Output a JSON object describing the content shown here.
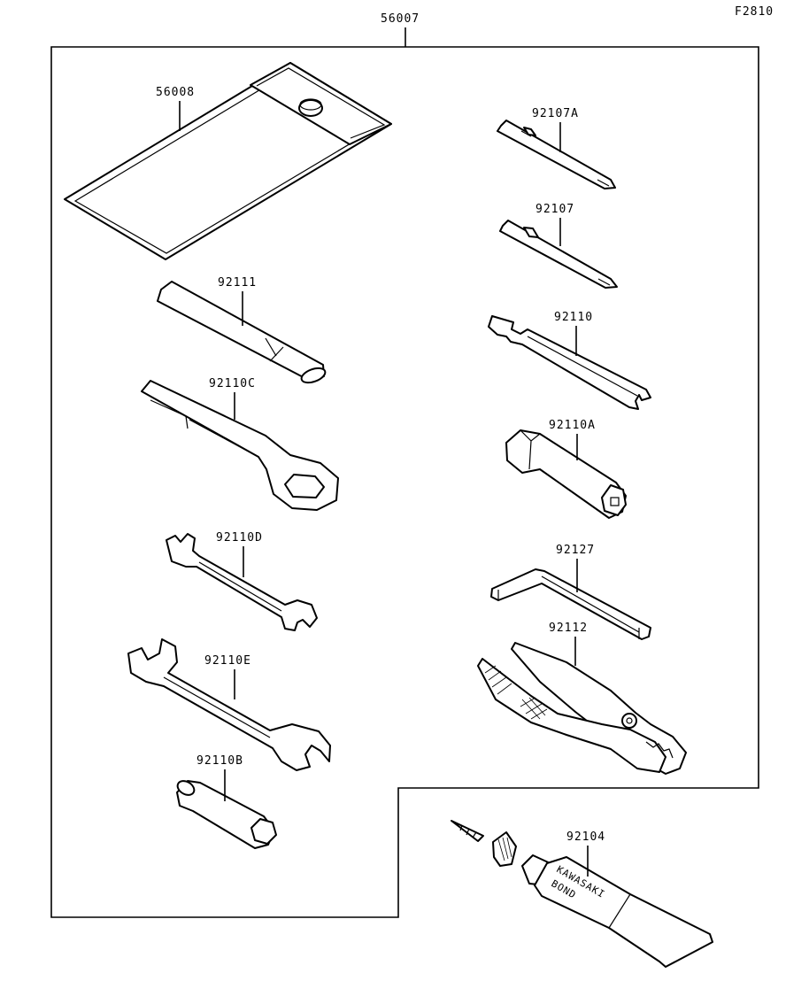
{
  "diagram": {
    "figure_code": "F2810",
    "kit_part": "56007",
    "parts": [
      {
        "id": "pouch",
        "number": "56008"
      },
      {
        "id": "bit_a",
        "number": "92107A"
      },
      {
        "id": "bit",
        "number": "92107"
      },
      {
        "id": "handle",
        "number": "92111"
      },
      {
        "id": "spanner",
        "number": "92110"
      },
      {
        "id": "box_wrench",
        "number": "92110C"
      },
      {
        "id": "socket_a",
        "number": "92110A"
      },
      {
        "id": "wrench_d",
        "number": "92110D"
      },
      {
        "id": "hex_key",
        "number": "92127"
      },
      {
        "id": "wrench_e",
        "number": "92110E"
      },
      {
        "id": "pliers",
        "number": "92112"
      },
      {
        "id": "socket_b",
        "number": "92110B"
      },
      {
        "id": "bond",
        "number": "92104"
      }
    ],
    "tube_text": {
      "line1": "KAWASAKI",
      "line2": "BOND"
    }
  }
}
